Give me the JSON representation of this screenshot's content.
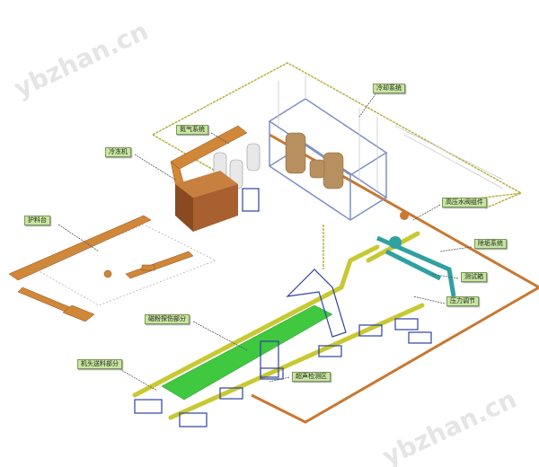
{
  "watermarks": [
    "ybzhan.cn",
    "ybzhan.cn"
  ],
  "labels": {
    "cooling_system": "冷却系统",
    "nitrogen_system": "氮气系统",
    "chiller": "冷冻机",
    "loading_table": "护料台",
    "hp_valve_group": "高压水阀组件",
    "descaling_system": "除垢系统",
    "test_box": "测试箱",
    "pressure_regulation": "压力调节",
    "magnetic_inspection": "磁粉探伤部分",
    "feeding_section": "机头送料部分",
    "ultrasonic_zone": "超声检测区"
  },
  "colors": {
    "pipe": "#c8c832",
    "frame": "#3040a0",
    "platform": "#c87832",
    "bed": "#40c840",
    "tank": "#b89060",
    "teal": "#30a0a0"
  }
}
